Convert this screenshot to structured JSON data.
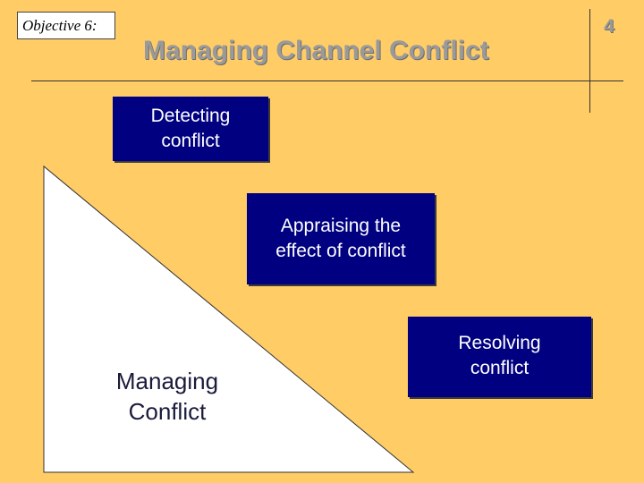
{
  "slide": {
    "objective": "Objective 6:",
    "title": "Managing Channel Conflict",
    "page_number": "4"
  },
  "diagram": {
    "triangle_label": "Managing Conflict",
    "steps": [
      {
        "label": "Detecting conflict"
      },
      {
        "label": "Appraising the effect of conflict"
      },
      {
        "label": "Resolving conflict"
      }
    ]
  },
  "colors": {
    "background": "#FFCC66",
    "step_box": "#000080",
    "title_text": "#9A9A9A"
  }
}
